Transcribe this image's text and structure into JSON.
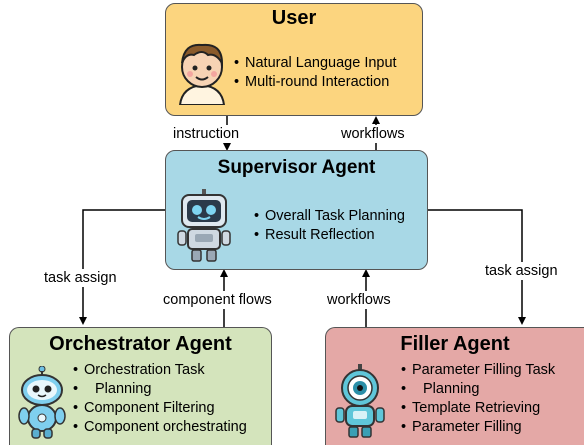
{
  "nodes": {
    "user": {
      "title": "User",
      "bullets": [
        "Natural Language Input",
        "Multi-round Interaction"
      ],
      "color": "#fcd57f"
    },
    "supervisor": {
      "title": "Supervisor Agent",
      "bullets": [
        "Overall Task Planning",
        "Result Reflection"
      ],
      "color": "#a8d8e6"
    },
    "orchestrator": {
      "title": "Orchestrator Agent",
      "bullets": [
        "Orchestration Task",
        "Planning",
        "Component Filtering",
        "Component orchestrating"
      ],
      "color": "#d4e4bc"
    },
    "filler": {
      "title": "Filler Agent",
      "bullets": [
        "Parameter Filling Task",
        "Planning",
        "Template Retrieving",
        "Parameter Filling"
      ],
      "color": "#e4a8a6"
    }
  },
  "edges": {
    "instruction": "instruction",
    "workflows_up": "workflows",
    "task_assign_left": "task assign",
    "component_flows": "component flows",
    "workflows_mid": "workflows",
    "task_assign_right": "task assign"
  }
}
